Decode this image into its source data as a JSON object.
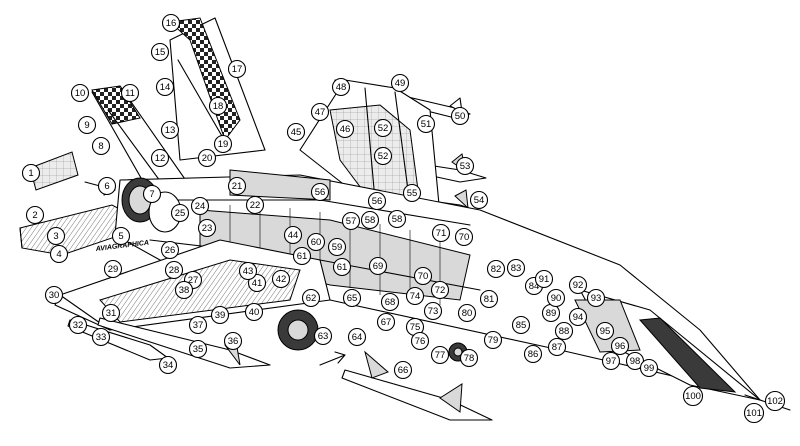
{
  "diagram": {
    "brand_text": "AVIAGRAPHICA",
    "colors": {
      "ink": "#000000",
      "paper": "#ffffff",
      "panel_grey": "#d9d9d9",
      "dark": "#3a3a3a"
    },
    "callouts": [
      "1",
      "2",
      "3",
      "4",
      "5",
      "6",
      "7",
      "8",
      "9",
      "10",
      "11",
      "12",
      "13",
      "14",
      "15",
      "16",
      "17",
      "18",
      "19",
      "20",
      "21",
      "22",
      "23",
      "24",
      "25",
      "26",
      "27",
      "28",
      "29",
      "30",
      "31",
      "32",
      "33",
      "34",
      "35",
      "36",
      "37",
      "38",
      "39",
      "40",
      "41",
      "42",
      "43",
      "44",
      "45",
      "46",
      "47",
      "48",
      "49",
      "50",
      "51",
      "52",
      "53",
      "54",
      "55",
      "56",
      "57",
      "58",
      "59",
      "60",
      "61",
      "62",
      "63",
      "64",
      "65",
      "66",
      "67",
      "68",
      "69",
      "70",
      "71",
      "72",
      "73",
      "74",
      "75",
      "76",
      "77",
      "78",
      "79",
      "80",
      "81",
      "82",
      "83",
      "84",
      "85",
      "86",
      "87",
      "88",
      "89",
      "90",
      "91",
      "92",
      "93",
      "94",
      "95",
      "96",
      "97",
      "98",
      "99",
      "100",
      "101",
      "102",
      "52",
      "56",
      "58",
      "61",
      "70"
    ]
  }
}
